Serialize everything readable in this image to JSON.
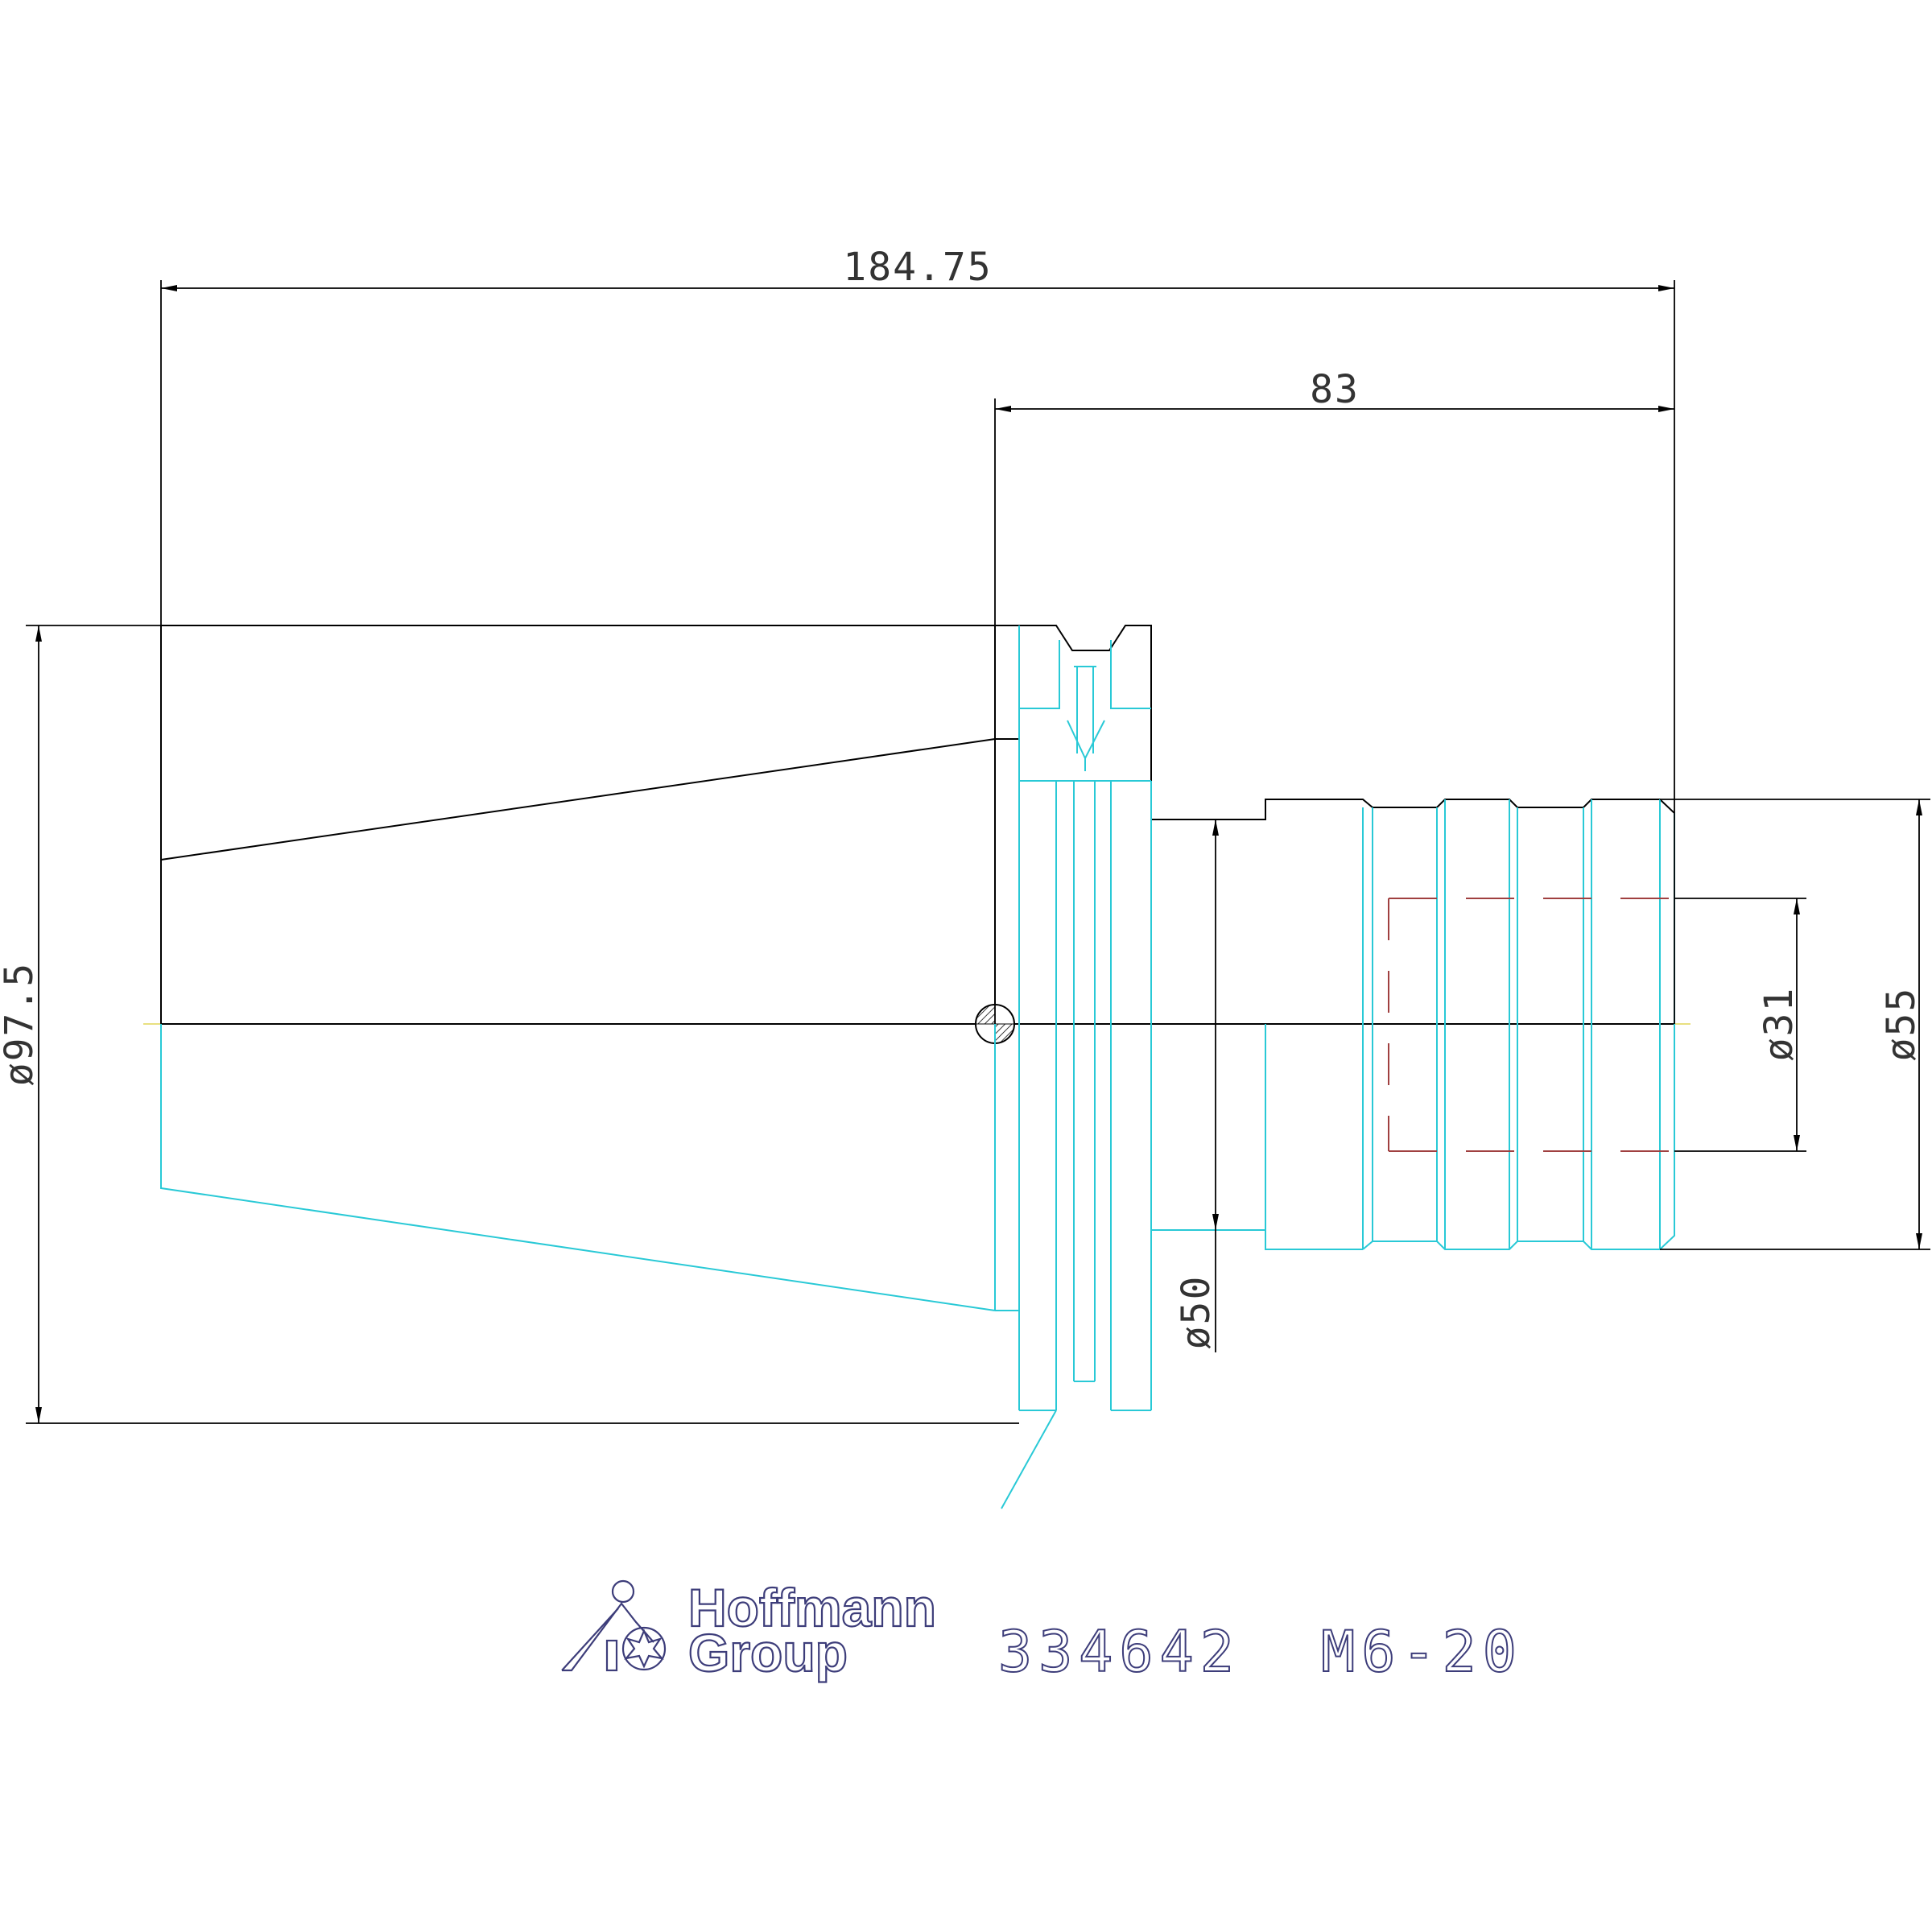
{
  "drawing": {
    "dimensions": {
      "overall_length": "184.75",
      "shank_length": "83",
      "flange_diameter": "ø97.5",
      "neck_diameter": "ø50",
      "bore_diameter": "ø31",
      "shank_diameter": "ø55"
    },
    "brand": {
      "line1": "Hoffmann",
      "line2": "Group"
    },
    "part_label": "334642  M6-20",
    "colors": {
      "outline": "#000000",
      "hidden_half": "#29c9d6",
      "dashed_bore": "#a04040",
      "logo": "#3d3d7a"
    }
  }
}
